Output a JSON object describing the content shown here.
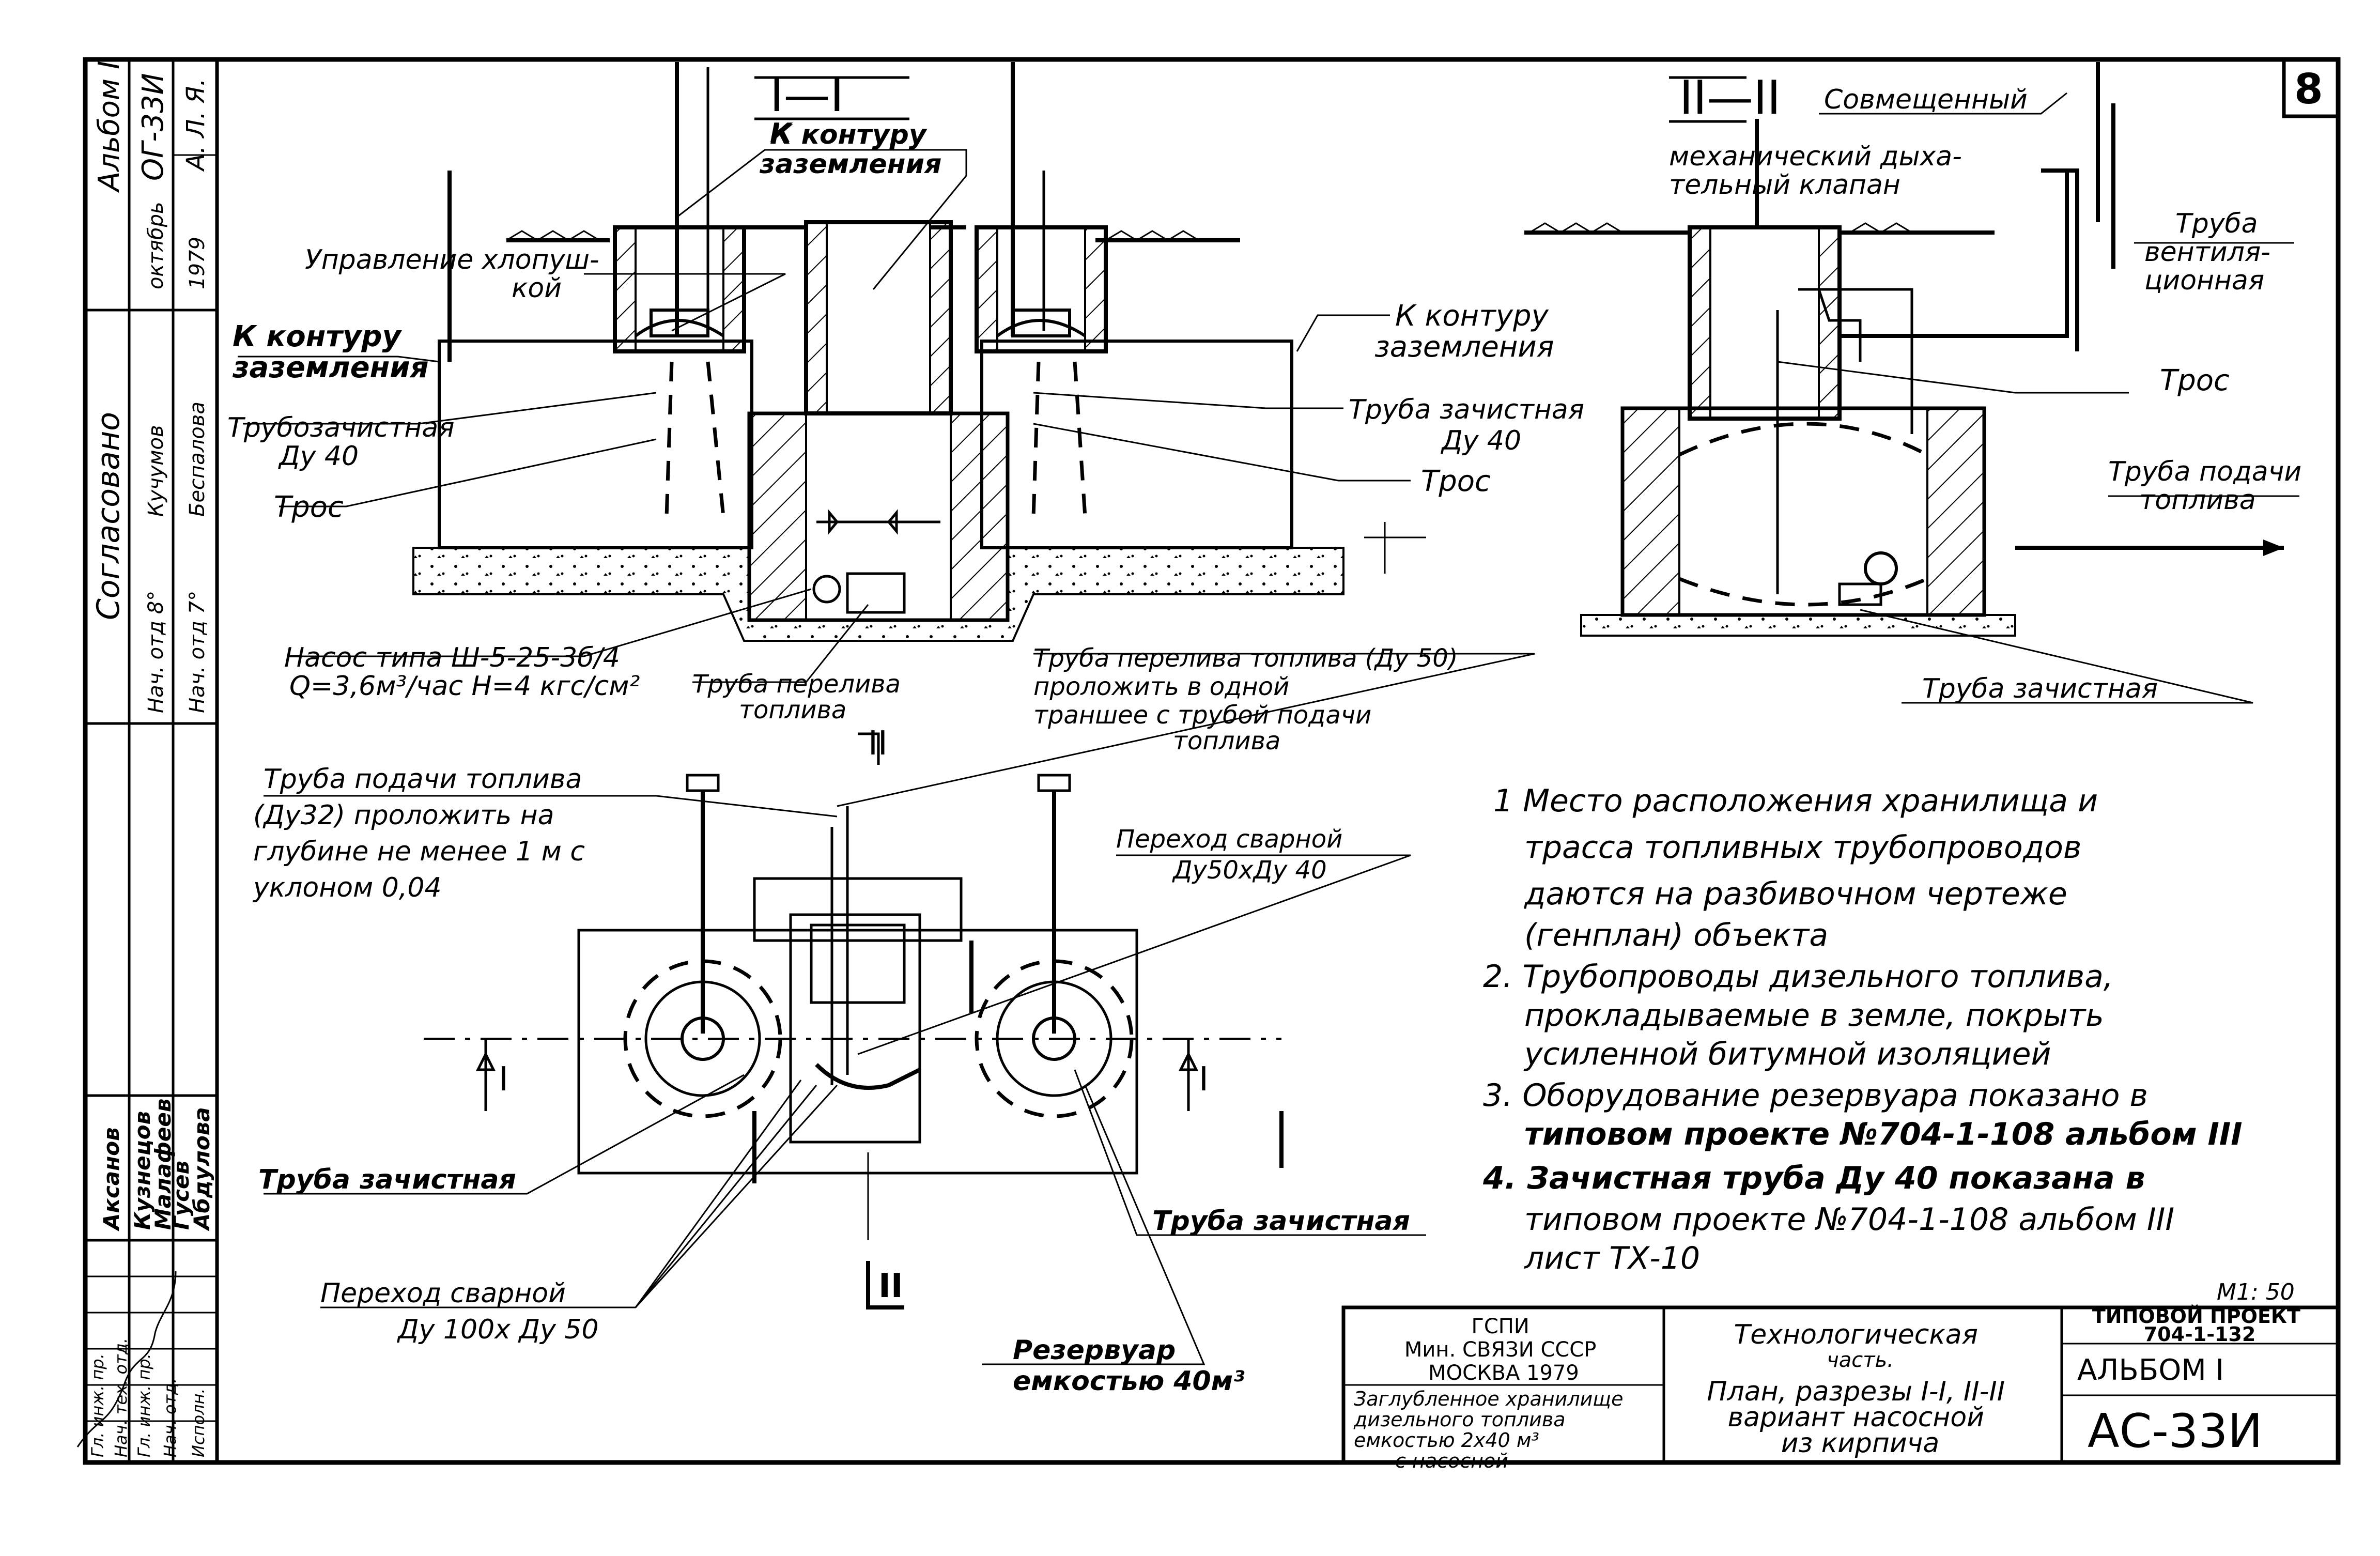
{
  "sheet_number": "8",
  "stamp_column": {
    "album_title": "Альбом I",
    "project_code": "ОГ-33И",
    "sheet_ref": "А. Л. Я.",
    "agreed": "Согласовано",
    "dates": [
      "октябрь",
      "1979"
    ],
    "positions": [
      "Нач. отд 8°",
      "Нач. отд 7°"
    ],
    "signatures": [
      "Кучумов",
      "Беспалова"
    ],
    "approvals": [
      "Аксанов",
      "Кузнецов",
      "Малафеев",
      "Гусев",
      "Абдулова"
    ],
    "roles": [
      "Гл. инж. пр.",
      "Нач. тех. отд.",
      "Гл. инж. пр.",
      "Нач. отд.",
      "Исполн."
    ]
  },
  "section_1": {
    "title": "I—I",
    "labels": {
      "grounding_top": "К контуру\nзаземления",
      "flap_control": "Управление хлопуш-\nкой",
      "grounding_left": "К контуру\nзаземления",
      "strip_pipe_left": "Трубозачистная\nДу 40",
      "cable_left": "Трос",
      "grounding_right": "К контуру\nзаземления",
      "strip_pipe_right": "Труба зачистная\nДу 40",
      "cable_right": "Трос",
      "pump": "Насос типа Ш-5-25-3б/4\nQ=3,6м³/час  H=4 кгс/см²",
      "overflow_left": "Труба перелива\nтоплива",
      "overflow_right": "Труба перелива топлива (Ду 50)\nпроложить в одной\nтраншее с трубой подачи\nтоплива"
    }
  },
  "section_2": {
    "title": "II—II",
    "labels": {
      "valve": "Совмещенный\nмеханический дыха-\nтельный клапан",
      "vent_pipe": "Труба\nвентиля-\nционная",
      "cable": "Трос",
      "supply_pipe": "Труба подачи\nтоплива",
      "strip_pipe": "Труба зачистная"
    }
  },
  "plan": {
    "supply_pipe": "Труба подачи топлива\n(Ду32) проложить на\nглубине не менее 1 м с\nуклоном 0,04",
    "welded_adapter_top": "Переход сварной\nДу50хДу 40",
    "strip_pipe_left": "Труба зачистная",
    "strip_pipe_right": "Труба зачистная",
    "welded_adapter_bottom": "Переход сварной\nДу100хДу 50",
    "tank": "Резервуар\nемкостью 40м³",
    "section_marks": [
      "I",
      "I",
      "II",
      "II"
    ]
  },
  "notes": [
    "1  Место расположения хранилища и\nтрасса топливных трубопроводов\nдаются на разбивочном чертеже\n(генплан) объекта",
    "2. Трубопроводы дизельного топлива,\nпрокладываемые в земле, покрыть\nусиленной битумной изоляцией",
    "3. Оборудование резервуара показано в\nтиповом проекте №704-1-108 альбом III",
    "4. Зачистная труба Ду 40 показана в\nтиповом проекте №704-1-108 альбом III\nлист ТХ-10"
  ],
  "scale": "М1: 50",
  "title_block": {
    "org": "ГСПИ\nМин. СВЯЗИ СССР\nМОСКВА 1979",
    "object": "Заглубленное хранилище\nдизельного топлива\nемкостью 2х40 м³\nс насосной",
    "section": "Технологическая\nчасть.",
    "sheet_title": "План, разрезы I-I, II-II\nвариант насосной\nиз кирпича",
    "project_label": "ТИПОВОЙ ПРОЕКТ\n704-1-132",
    "album": "АЛЬБОМ  I",
    "sheet_code": "АС-33И"
  }
}
